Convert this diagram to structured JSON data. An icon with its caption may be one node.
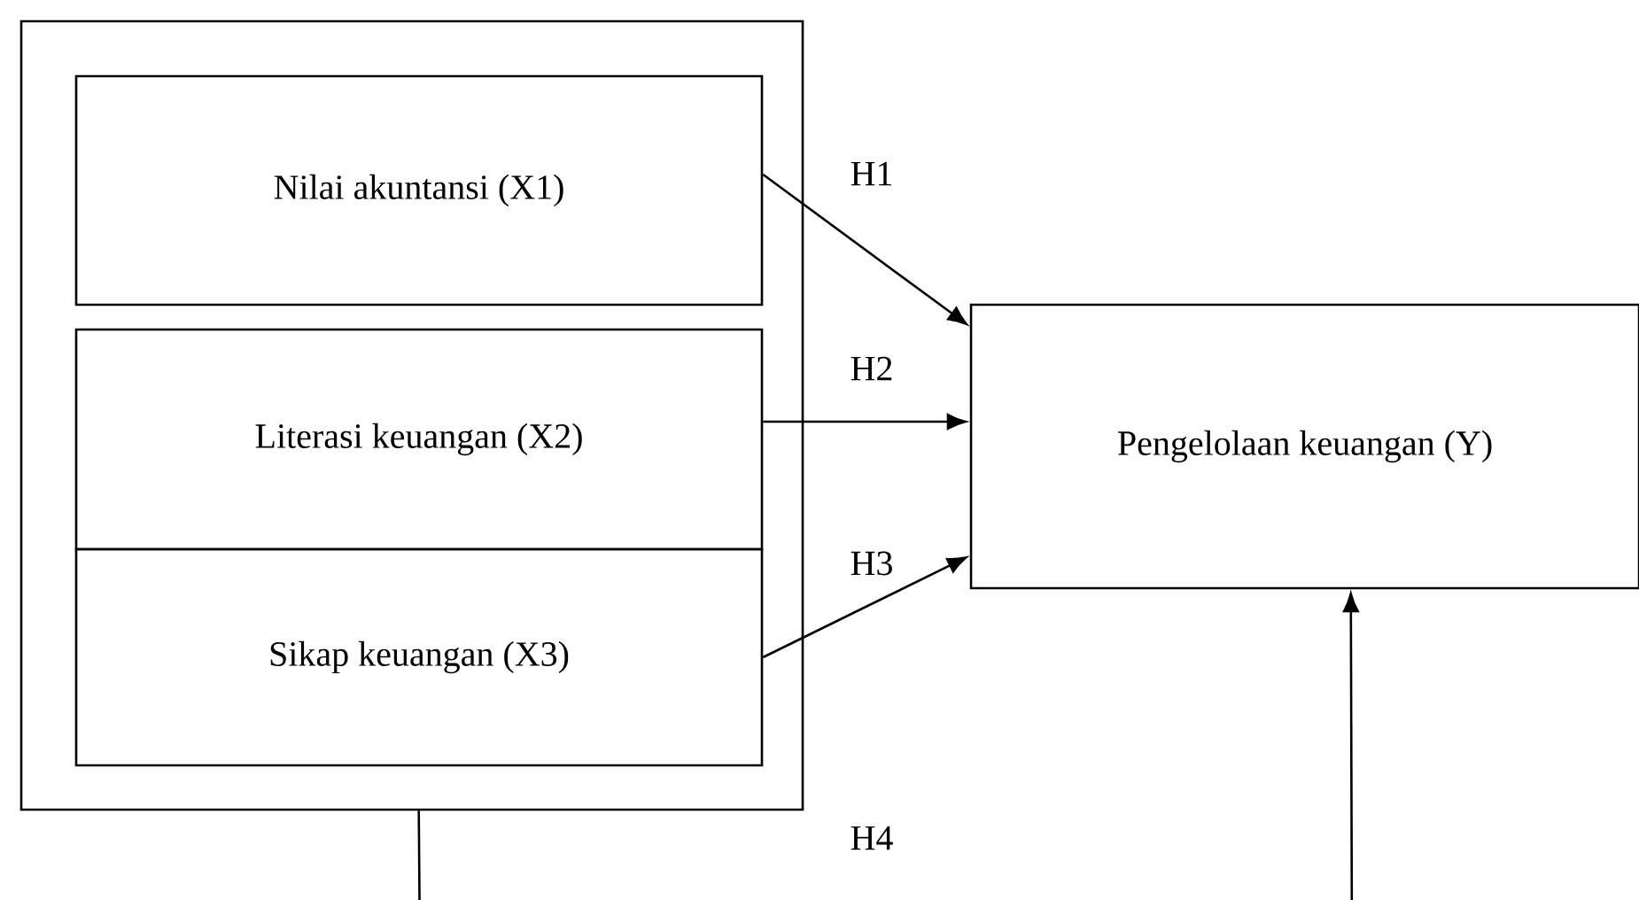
{
  "diagram": {
    "nodes": [
      {
        "text": [],
        "shape": "box"
      },
      {
        "text": [
          "Nilai akuntansi (X1)"
        ],
        "in": 0
      },
      {
        "text": [
          "Literasi keuangan (X2)"
        ],
        "in": 0
      },
      {
        "text": [
          "Sikap keuangan (X3)"
        ],
        "in": 0
      },
      {
        "text": [
          "Pengelolaan keuangan (Y)"
        ]
      }
    ],
    "edges": [
      {
        "from": 1,
        "to": 4,
        "arrow": "to",
        "label": "H1"
      },
      {
        "from": 2,
        "to": 4,
        "arrow": "to",
        "label": "H2"
      },
      {
        "from": 3,
        "to": 4,
        "arrow": "to",
        "label": "H3"
      },
      {
        "from": 0,
        "to": 4,
        "arrow": "to",
        "label": "H4"
      }
    ]
  }
}
